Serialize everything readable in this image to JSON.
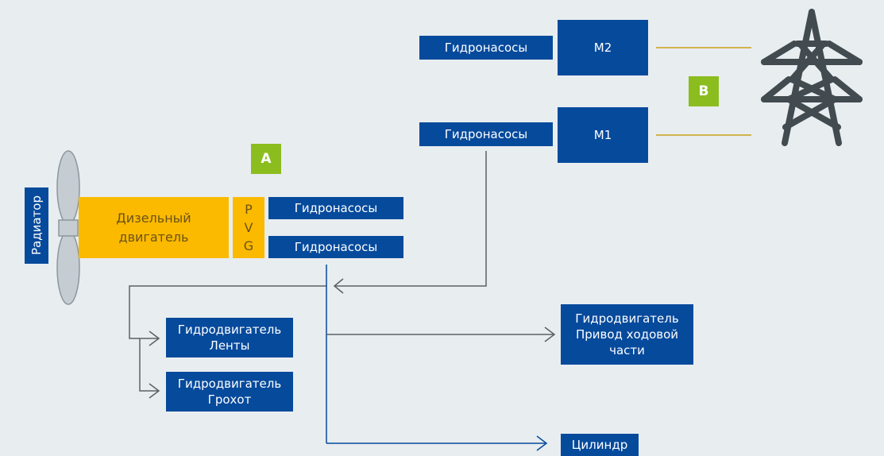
{
  "radiator": {
    "label": "Радиатор"
  },
  "engine": {
    "line1": "Дизельный",
    "line2": "двигатель"
  },
  "pvg": {
    "letters": [
      "P",
      "V",
      "G"
    ]
  },
  "badges": {
    "a": "A",
    "b": "B"
  },
  "pumps": {
    "top_m2": "Гидронасосы",
    "top_m1": "Гидронасосы",
    "engine_upper": "Гидронасосы",
    "engine_lower": "Гидронасосы"
  },
  "motors": {
    "m2": "M2",
    "m1": "M1"
  },
  "consumers": {
    "belt_line1": "Гидродвигатель",
    "belt_line2": "Ленты",
    "screen_line1": "Гидродвигатель",
    "screen_line2": "Грохот",
    "drive_line1": "Гидродвигатель",
    "drive_line2": "Привод ходовой",
    "drive_line3": "части",
    "cylinder": "Цилиндр"
  },
  "colors": {
    "background": "#e8edf0",
    "blue_box": "#064a9c",
    "yellow_box": "#fbb900",
    "badge": "#8cbd1f",
    "gray_line": "#5a6166",
    "blue_line": "#064a9c",
    "power_line": "#c9a21a",
    "pylon": "#424b4f"
  }
}
